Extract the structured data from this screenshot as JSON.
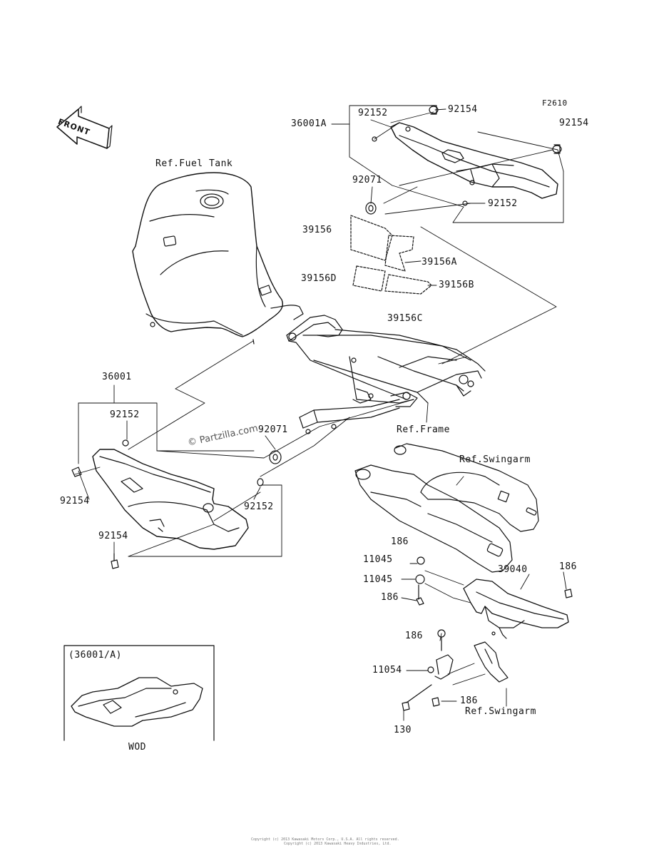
{
  "diagram_id": "F2610",
  "front_label": "FRONT",
  "watermark": "© Partzilla.com",
  "refs": {
    "fuel_tank": "Ref.Fuel Tank",
    "frame": "Ref.Frame",
    "swingarm_top": "Ref.Swingarm",
    "swingarm_bottom": "Ref.Swingarm"
  },
  "parts": {
    "p36001A": "36001A",
    "p92152_top": "92152",
    "p92154_top1": "92154",
    "p92154_top2": "92154",
    "p92071_top": "92071",
    "p92152_top2": "92152",
    "p39156": "39156",
    "p39156A": "39156A",
    "p39156D": "39156D",
    "p39156B": "39156B",
    "p39156C": "39156C",
    "p36001": "36001",
    "p92152_left": "92152",
    "p92071_left": "92071",
    "p92154_left1": "92154",
    "p92152_left2": "92152",
    "p92154_left2": "92154",
    "p186_a": "186",
    "p11045_a": "11045",
    "p11045_b": "11045",
    "p186_b": "186",
    "p39040": "39040",
    "p186_c": "186",
    "p186_d": "186",
    "p11054": "11054",
    "p186_e": "186",
    "p130": "130"
  },
  "inset": {
    "title": "(36001/A)",
    "caption": "WOD"
  },
  "footer": {
    "line1": "Copyright (c) 2013 Kawasaki Motors Corp., U.S.A. All rights reserved.",
    "line2": "Copyright (c) 2013 Kawasaki Heavy Industries, Ltd."
  }
}
